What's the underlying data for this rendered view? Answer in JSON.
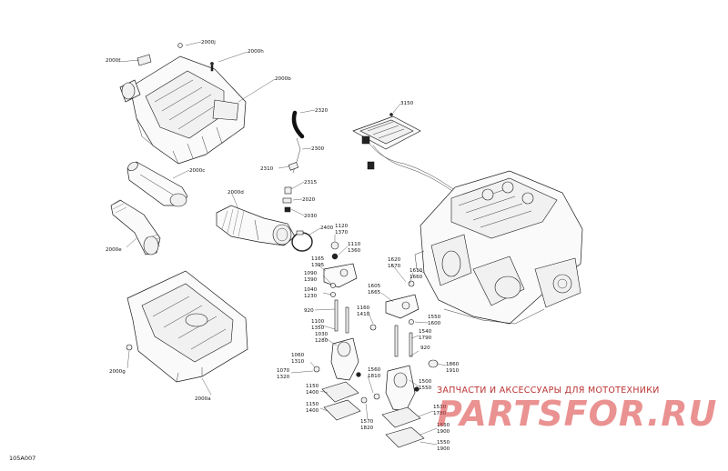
{
  "diagram": {
    "code": "105A007",
    "callouts": [
      {
        "id": "c2000j",
        "text": "2000j"
      },
      {
        "id": "c2000f",
        "text": "2000f"
      },
      {
        "id": "c2000h",
        "text": "2000h"
      },
      {
        "id": "c2000b",
        "text": "2000b"
      },
      {
        "id": "c2320",
        "text": "2320"
      },
      {
        "id": "c3150",
        "text": "3150"
      },
      {
        "id": "c2300",
        "text": "2300"
      },
      {
        "id": "c2310",
        "text": "2310"
      },
      {
        "id": "c2315",
        "text": "2315"
      },
      {
        "id": "c2000c",
        "text": "2000c"
      },
      {
        "id": "c2020",
        "text": "2020"
      },
      {
        "id": "c2000d",
        "text": "2000d"
      },
      {
        "id": "c2030",
        "text": "2030"
      },
      {
        "id": "c2000e",
        "text": "2000e"
      },
      {
        "id": "c2400",
        "text": "2400"
      },
      {
        "id": "c1120",
        "text": "1120"
      },
      {
        "id": "c1370",
        "text": "1370"
      },
      {
        "id": "c1110",
        "text": "1110"
      },
      {
        "id": "c1360",
        "text": "1360"
      },
      {
        "id": "c1165",
        "text": "1165"
      },
      {
        "id": "c1395",
        "text": "1395"
      },
      {
        "id": "c1620",
        "text": "1620"
      },
      {
        "id": "c1670",
        "text": "1670"
      },
      {
        "id": "c1090",
        "text": "1090"
      },
      {
        "id": "c1390",
        "text": "1390"
      },
      {
        "id": "c1610",
        "text": "1610"
      },
      {
        "id": "c1660",
        "text": "1660"
      },
      {
        "id": "c1040",
        "text": "1040"
      },
      {
        "id": "c1230",
        "text": "1230"
      },
      {
        "id": "c1605",
        "text": "1605"
      },
      {
        "id": "c1665",
        "text": "1665"
      },
      {
        "id": "c920a",
        "text": "920"
      },
      {
        "id": "c1160",
        "text": "1160"
      },
      {
        "id": "c1410",
        "text": "1410"
      },
      {
        "id": "c1550",
        "text": "1550"
      },
      {
        "id": "c1600",
        "text": "1600"
      },
      {
        "id": "c1100",
        "text": "1100"
      },
      {
        "id": "c1350",
        "text": "1350"
      },
      {
        "id": "c1540",
        "text": "1540"
      },
      {
        "id": "c1790",
        "text": "1790"
      },
      {
        "id": "c1030",
        "text": "1030"
      },
      {
        "id": "c1280",
        "text": "1280"
      },
      {
        "id": "c920b",
        "text": "920"
      },
      {
        "id": "c1060",
        "text": "1060"
      },
      {
        "id": "c1310",
        "text": "1310"
      },
      {
        "id": "c1860",
        "text": "1860"
      },
      {
        "id": "c1910",
        "text": "1910"
      },
      {
        "id": "c1070",
        "text": "1070"
      },
      {
        "id": "c1320",
        "text": "1320"
      },
      {
        "id": "c1560",
        "text": "1560"
      },
      {
        "id": "c1810",
        "text": "1810"
      },
      {
        "id": "c1500",
        "text": "1500"
      },
      {
        "id": "c1550b",
        "text": "1550"
      },
      {
        "id": "c2000g",
        "text": "2000g"
      },
      {
        "id": "c1150",
        "text": "1150"
      },
      {
        "id": "c1400",
        "text": "1400"
      },
      {
        "id": "c1530",
        "text": "1530"
      },
      {
        "id": "c1780",
        "text": "1780"
      },
      {
        "id": "c2000a",
        "text": "2000a"
      },
      {
        "id": "c1150b",
        "text": "1150"
      },
      {
        "id": "c1400b",
        "text": "1400"
      },
      {
        "id": "c1570",
        "text": "1570"
      },
      {
        "id": "c1820",
        "text": "1820"
      },
      {
        "id": "c1650",
        "text": "1650"
      },
      {
        "id": "c1900",
        "text": "1900"
      },
      {
        "id": "c1550c",
        "text": "1550"
      },
      {
        "id": "c1900b",
        "text": "1900"
      }
    ]
  },
  "watermark": {
    "tagline": "ЗАПЧАСТИ И АКСЕССУАРЫ ДЛЯ МОТОТЕХНИКИ",
    "logo": "PARTSFOR.RU",
    "color": "#d93636"
  }
}
